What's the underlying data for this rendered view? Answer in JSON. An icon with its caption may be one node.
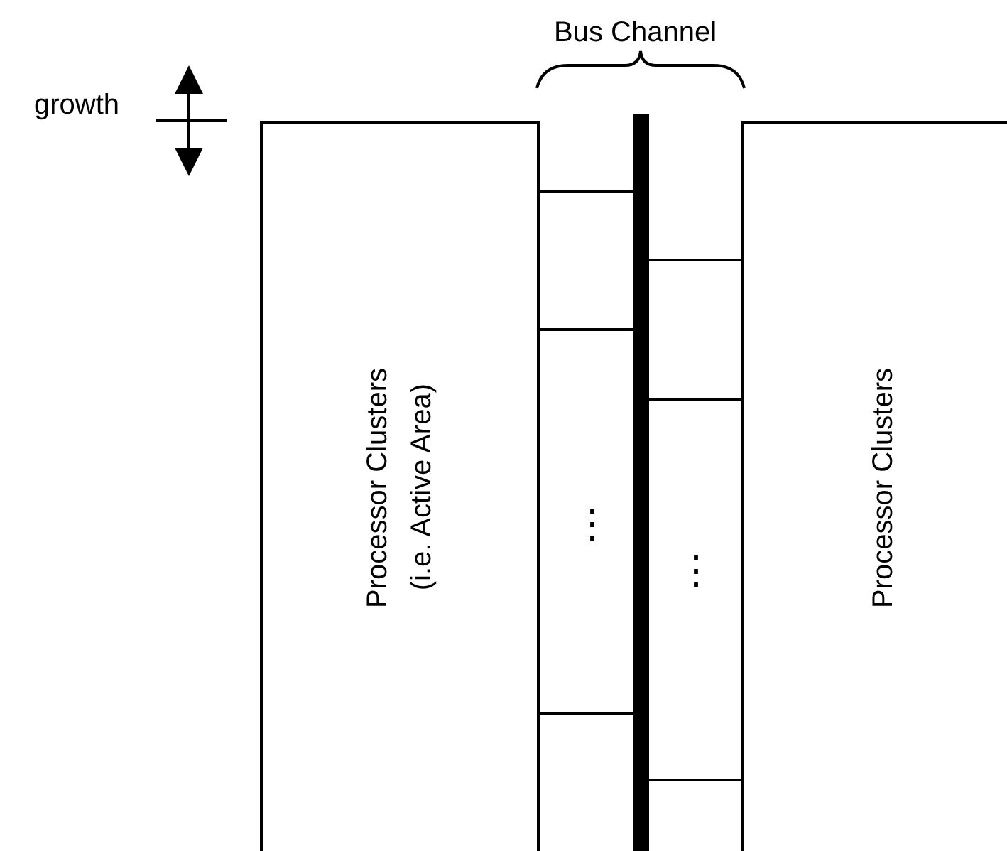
{
  "diagram": {
    "nodes": [
      {
        "text": [
          "Processor Clusters",
          "(i.e. Active Area)"
        ]
      },
      {
        "text": [],
        "shape": "bar"
      },
      {
        "text": [
          "Processor Clusters"
        ]
      }
    ],
    "edges": [
      {
        "from": 0,
        "to": 1,
        "arrow": "none"
      },
      {
        "from": 0,
        "to": 1,
        "arrow": "none"
      },
      {
        "from": 0,
        "to": 1,
        "arrow": "none"
      },
      {
        "from": 1,
        "to": 2,
        "arrow": "none"
      },
      {
        "from": 1,
        "to": 2,
        "arrow": "none"
      },
      {
        "from": 1,
        "to": 2,
        "arrow": "none"
      }
    ],
    "labels": [
      "growth",
      "Bus Channel",
      "⋮",
      "⋮"
    ]
  }
}
